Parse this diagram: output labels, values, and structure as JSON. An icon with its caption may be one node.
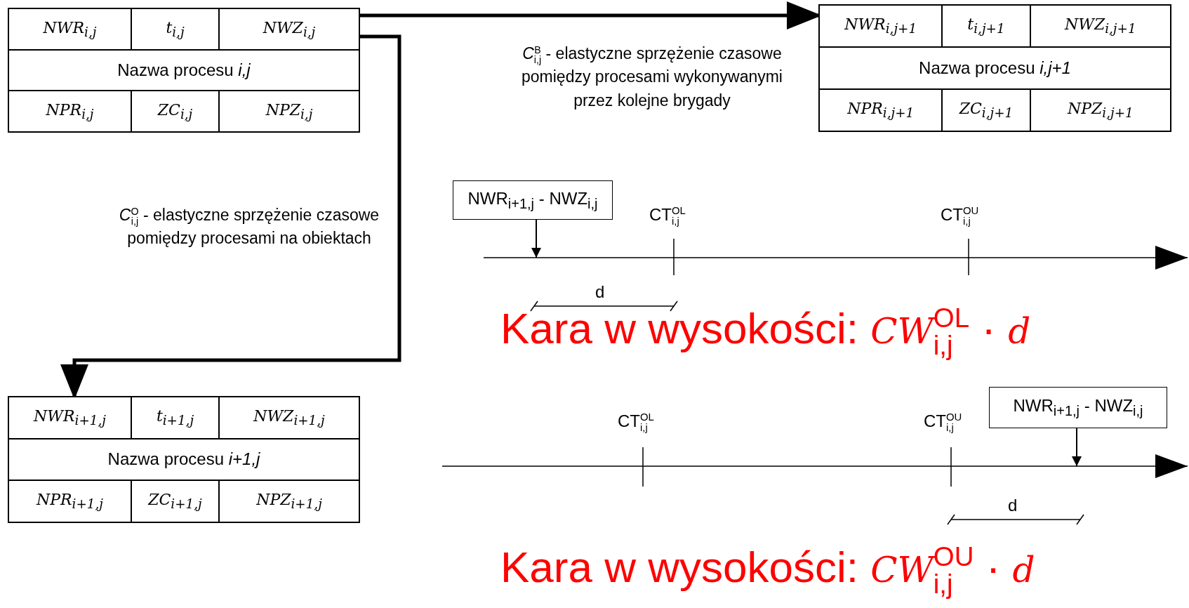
{
  "diagram": {
    "nodes": [
      {
        "text": [
          "NWR$_{i,j}$",
          "t$_{i,j}$",
          "NWZ$_{i,j}$",
          "Nazwa procesu *i,j*",
          "NPR$_{i,j}$",
          "ZC$_{i,j}$",
          "NPZ$_{i,j}$"
        ]
      },
      {
        "text": [
          "NWR$_{i,j+1}$",
          "t$_{i,j+1}$",
          "NWZ$_{i,j+1}$",
          "Nazwa procesu *i,j+1*",
          "NPR$_{i,j+1}$",
          "ZC$_{i,j+1}$",
          "NPZ$_{i,j+1}$"
        ]
      },
      {
        "text": [
          "NWR$_{i+1,j}$",
          "t$_{i+1,j}$",
          "NWZ$_{i+1,j}$",
          "Nazwa procesu *i+1,j*",
          "NPR$_{i+1,j}$",
          "ZC$_{i+1,j}$",
          "NPZ$_{i+1,j}$"
        ]
      },
      {
        "text": [
          "NWR$_{i+1,j}$ - NWZ$_{i,j}$"
        ]
      },
      {
        "text": [
          "NWR$_{i+1,j}$ - NWZ$_{i,j}$"
        ]
      }
    ],
    "edges": [
      {
        "from": 0,
        "to": 1,
        "arrow": "to",
        "style": "thick",
        "label": "*C*$^{B}$$_{i,j}$ - elastyczne sprzężenie czasowe pomiędzy procesami wykonywanymi przez kolejne brygady"
      },
      {
        "from": 0,
        "to": 2,
        "arrow": "to",
        "style": "thick",
        "label": "*C*$^{O}$$_{i,j}$ - elastyczne sprzężenie czasowe pomiędzy procesami na obiektach"
      },
      {
        "from": 3,
        "to": null,
        "arrow": "to"
      },
      {
        "from": 4,
        "to": null,
        "arrow": "to"
      }
    ],
    "labels": [
      "CT$^{OL}$$_{i,j}$",
      "CT$^{OU}$$_{i,j}$",
      "d",
      "Kara w wysokości: *CW*$^{OL}$$_{i,j}$ · *d*",
      "CT$^{OL}$$_{i,j}$",
      "CT$^{OU}$$_{i,j}$",
      "d",
      "Kara w wysokości: *CW*$^{OU}$$_{i,j}$ · *d*"
    ]
  }
}
